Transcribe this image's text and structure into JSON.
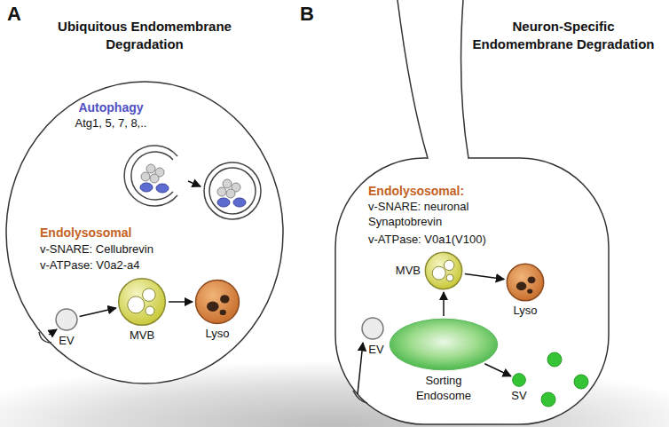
{
  "diagram": {
    "nodes": [
      {
        "text": [
          "Ubiquitous Endomembrane Degradation",
          "Autophagy",
          "Atg1, 5, 7, 8,..",
          "Endolysosomal",
          "v-SNARE: Cellubrevin",
          "v-ATPase: V0a2-a4"
        ]
      },
      {
        "text": [
          "EV"
        ],
        "in": 0
      },
      {
        "text": [
          "MVB"
        ],
        "in": 0
      },
      {
        "text": [
          "Lyso"
        ],
        "in": 0
      },
      {
        "text": [
          "Neuron-Specific Endomembrane Degradation",
          "Endolysosomal:",
          "v-SNARE: neuronal Synaptobrevin",
          "v-ATPase: V0a1(V100)"
        ]
      },
      {
        "text": [
          "MVB"
        ],
        "in": 4
      },
      {
        "text": [
          "Lyso"
        ],
        "in": 4
      },
      {
        "text": [
          "EV"
        ],
        "in": 4
      },
      {
        "text": [
          "Sorting Endosome"
        ],
        "in": 4
      },
      {
        "text": [
          "SV"
        ],
        "in": 4
      }
    ],
    "edges": [
      {
        "from": 1,
        "to": 2,
        "arrow": "to"
      },
      {
        "from": 2,
        "to": 3,
        "arrow": "to"
      },
      {
        "from": 8,
        "to": 5,
        "arrow": "to"
      },
      {
        "from": 5,
        "to": 6,
        "arrow": "to"
      },
      {
        "from": 8,
        "to": 9,
        "arrow": "to"
      }
    ],
    "labels": [
      "A",
      "B"
    ]
  }
}
